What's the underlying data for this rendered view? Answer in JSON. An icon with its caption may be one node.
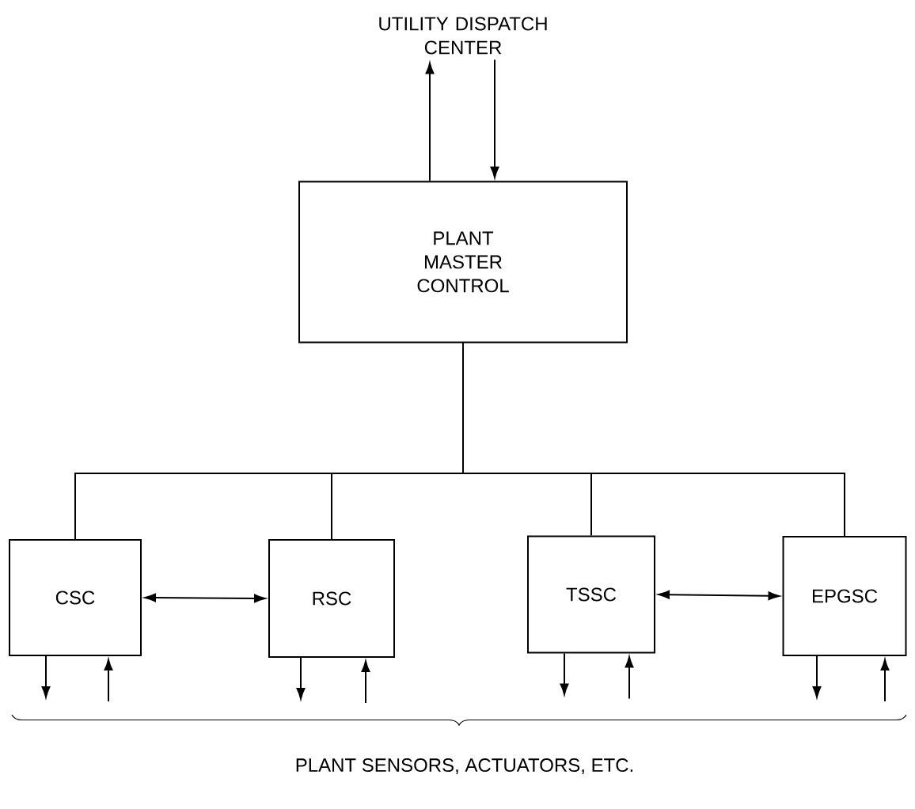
{
  "diagram": {
    "nodes": [
      {
        "text": [
          "UTILITY DISPATCH CENTER"
        ]
      },
      {
        "text": [
          "PLANT MASTER CONTROL"
        ]
      },
      {
        "text": [
          "CSC"
        ]
      },
      {
        "text": [
          "RSC"
        ]
      },
      {
        "text": [
          "TSSC"
        ]
      },
      {
        "text": [
          "EPGSC"
        ]
      }
    ],
    "edges": [
      {
        "from": 1,
        "to": 0,
        "arrow": "to"
      },
      {
        "from": 0,
        "to": 1,
        "arrow": "to"
      },
      {
        "from": 1,
        "to": 2,
        "arrow": "none"
      },
      {
        "from": 1,
        "to": 3,
        "arrow": "none"
      },
      {
        "from": 1,
        "to": 4,
        "arrow": "none"
      },
      {
        "from": 1,
        "to": 5,
        "arrow": "none"
      },
      {
        "from": 2,
        "to": 3,
        "arrow": "both"
      },
      {
        "from": 4,
        "to": 5,
        "arrow": "both"
      },
      {
        "from": 2,
        "to": null,
        "arrow": "to"
      },
      {
        "from": null,
        "to": 2,
        "arrow": "to"
      },
      {
        "from": 3,
        "to": null,
        "arrow": "to"
      },
      {
        "from": null,
        "to": 3,
        "arrow": "to"
      },
      {
        "from": 4,
        "to": null,
        "arrow": "to"
      },
      {
        "from": null,
        "to": 4,
        "arrow": "to"
      },
      {
        "from": 5,
        "to": null,
        "arrow": "to"
      },
      {
        "from": null,
        "to": 5,
        "arrow": "to"
      }
    ],
    "labels": [
      "PLANT SENSORS, ACTUATORS, ETC."
    ]
  }
}
